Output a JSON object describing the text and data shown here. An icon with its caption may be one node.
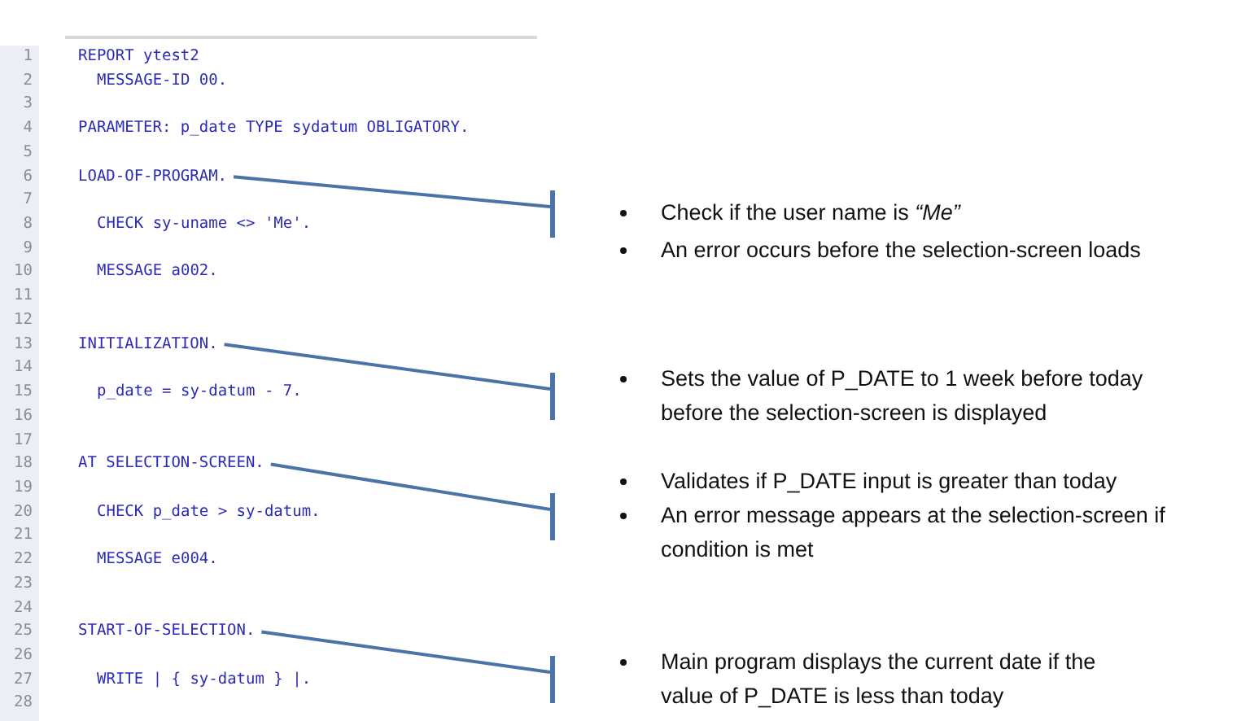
{
  "diagram": {
    "nodes": [
      {
        "text": [
          "LOAD-OF-PROGRAM."
        ]
      },
      {
        "text": [],
        "shape": "bar"
      },
      {
        "text": [
          "INITIALIZATION."
        ]
      },
      {
        "text": [],
        "shape": "bar"
      },
      {
        "text": [
          "AT SELECTION-SCREEN."
        ]
      },
      {
        "text": [],
        "shape": "bar"
      },
      {
        "text": [
          "START-OF-SELECTION."
        ]
      },
      {
        "text": [],
        "shape": "bar"
      }
    ],
    "edges": [
      {
        "from": 0,
        "to": 1,
        "arrow": "none"
      },
      {
        "from": 2,
        "to": 3,
        "arrow": "none"
      },
      {
        "from": 4,
        "to": 5,
        "arrow": "none"
      },
      {
        "from": 6,
        "to": 7,
        "arrow": "none"
      }
    ],
    "labels": [
      "1",
      "REPORT ytest2",
      "2",
      "MESSAGE-ID 00.",
      "3",
      "4",
      "PARAMETER: p_date TYPE sydatum OBLIGATORY.",
      "5",
      "6",
      "7",
      "8",
      "CHECK sy-uname <> 'Me'.",
      "9",
      "10",
      "MESSAGE a002.",
      "11",
      "12",
      "13",
      "14",
      "15",
      "p_date = sy-datum - 7.",
      "16",
      "17",
      "18",
      "19",
      "20",
      "CHECK p_date > sy-datum.",
      "21",
      "22",
      "MESSAGE e004.",
      "23",
      "24",
      "25",
      "26",
      "27",
      "WRITE | { sy-datum } |.",
      "28",
      "Check if the user name is *“Me”*",
      "An error occurs before the selection-screen loads",
      "Sets the value of P_DATE to 1 week before today before the selection-screen is displayed",
      "Validates if P_DATE input is greater than today",
      "An error message appears at the selection-screen if condition is met",
      "Main program displays the current date if the value of P_DATE is less than today"
    ]
  }
}
